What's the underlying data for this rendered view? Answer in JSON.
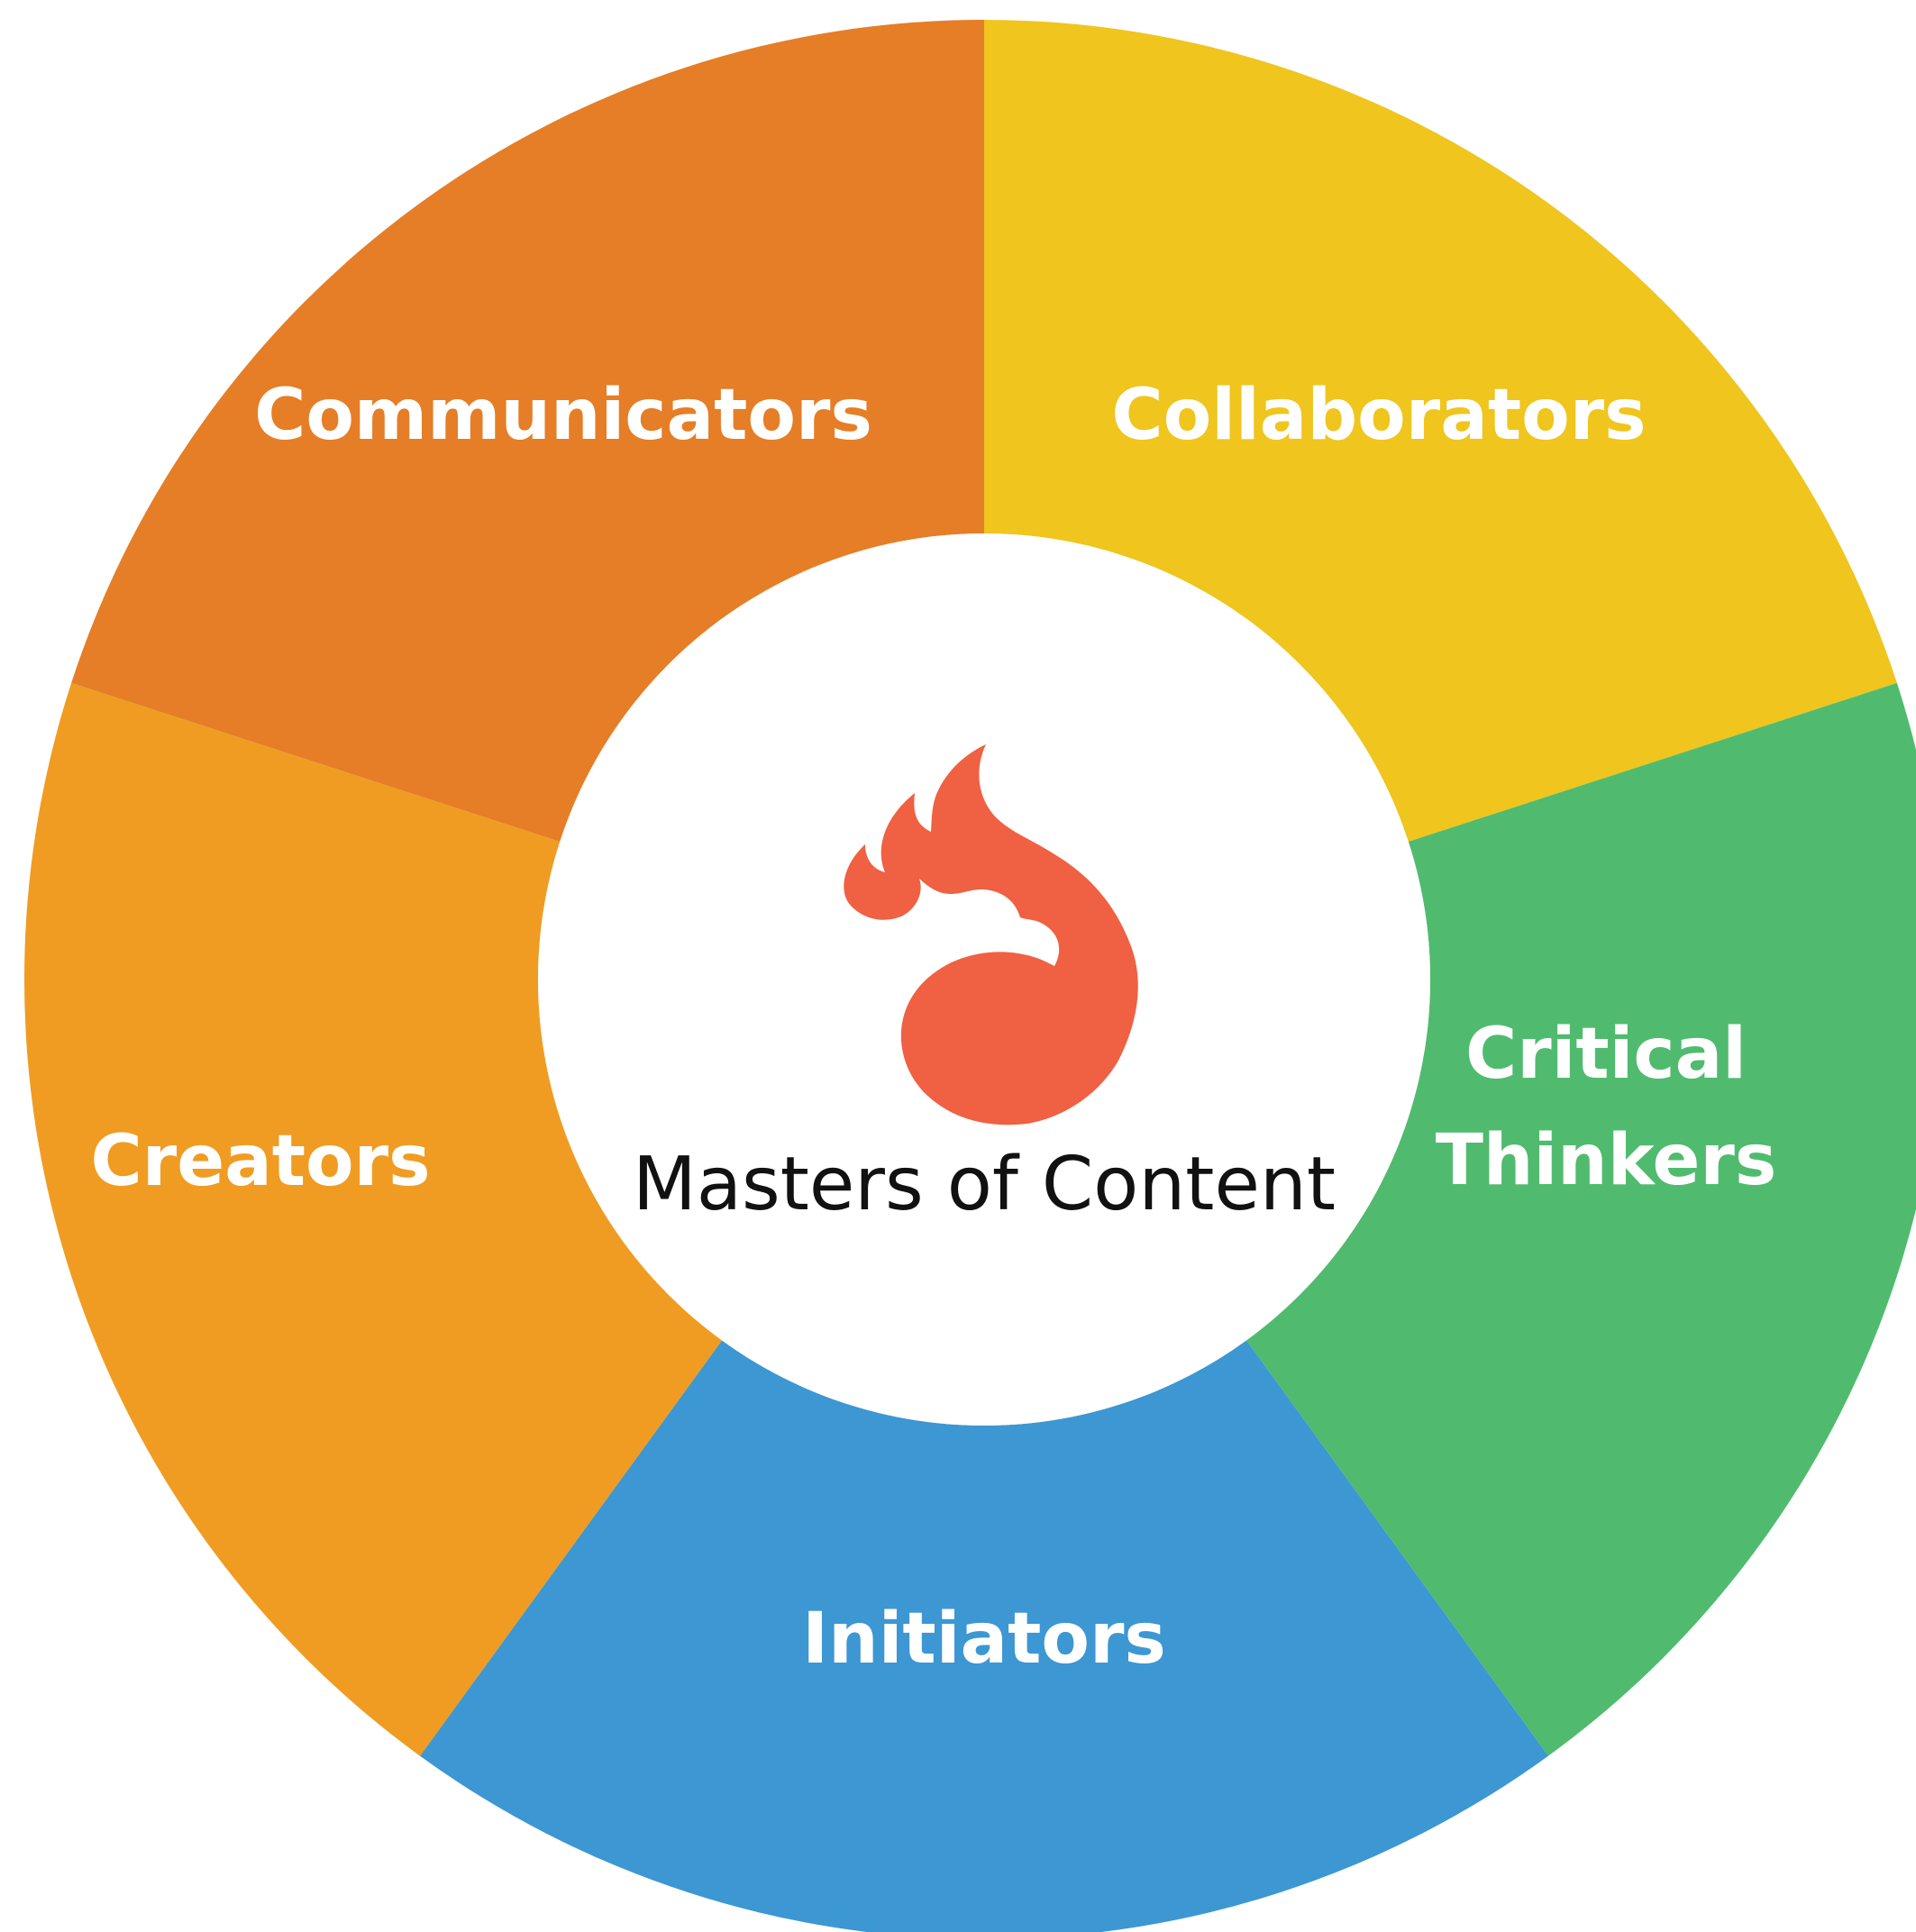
{
  "diagram": {
    "center_title": "Masters of Content",
    "segments": [
      {
        "id": "collaborators",
        "lines": [
          "Collaborators"
        ],
        "color": "#EFC51E"
      },
      {
        "id": "critical-thinkers",
        "lines": [
          "Critical",
          "Thinkers"
        ],
        "color": "#50BB6F"
      },
      {
        "id": "initiators",
        "lines": [
          "Initiators"
        ],
        "color": "#3C97D3"
      },
      {
        "id": "creators",
        "lines": [
          "Creators"
        ],
        "color": "#F09C22"
      },
      {
        "id": "communicators",
        "lines": [
          "Communicators"
        ],
        "color": "#E57E26"
      }
    ],
    "logo": {
      "icon": "phoenix-flame-icon",
      "color": "#F06042"
    },
    "background": "#FFFFFF"
  }
}
